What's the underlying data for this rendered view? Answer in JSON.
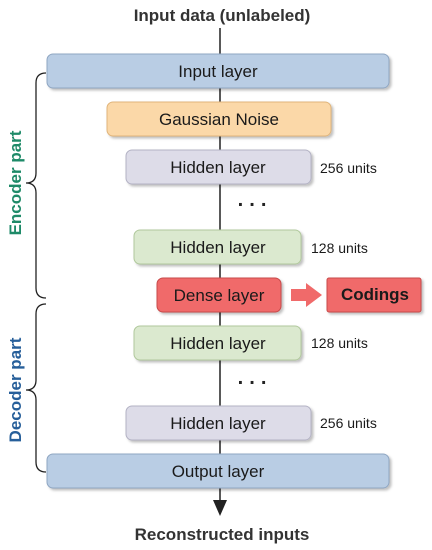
{
  "top_label": "Input data (unlabeled)",
  "bottom_label": "Reconstructed inputs",
  "layers": [
    {
      "id": "input",
      "label": "Input layer",
      "units": ""
    },
    {
      "id": "noise",
      "label": "Gaussian Noise",
      "units": ""
    },
    {
      "id": "enc_hidden_1",
      "label": "Hidden layer",
      "units": "256 units"
    },
    {
      "id": "enc_hidden_2",
      "label": "Hidden layer",
      "units": "128 units"
    },
    {
      "id": "dense",
      "label": "Dense layer",
      "units": ""
    },
    {
      "id": "dec_hidden_1",
      "label": "Hidden layer",
      "units": "128 units"
    },
    {
      "id": "dec_hidden_2",
      "label": "Hidden layer",
      "units": "256 units"
    },
    {
      "id": "output",
      "label": "Output layer",
      "units": ""
    }
  ],
  "codings_label": "Codings",
  "ellipsis": "· · ·",
  "encoder_label": "Encoder part",
  "decoder_label": "Decoder part",
  "colors": {
    "input_output": "#b9cde4",
    "noise": "#fbd8a8",
    "hidden_gray": "#dddce8",
    "hidden_green": "#dbe9cf",
    "dense": "#f06a6a",
    "codings": "#f06a6a",
    "arrow_red": "#f06a6a",
    "encoder_text": "#1e8a68",
    "decoder_text": "#275f9a"
  }
}
